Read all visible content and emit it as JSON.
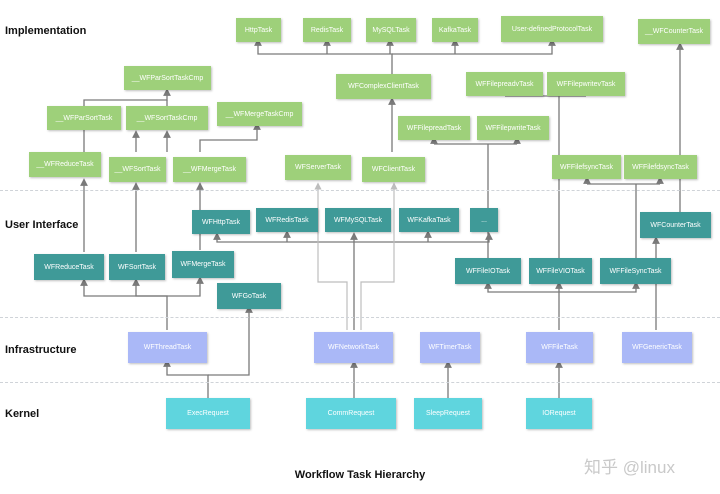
{
  "layers": {
    "implementation": "Implementation",
    "user_interface": "User Interface",
    "infrastructure": "Infrastructure",
    "kernel": "Kernel"
  },
  "nodes": {
    "http_task": "HttpTask",
    "redis_task": "RedisTask",
    "mysql_task": "MySQLTask",
    "kafka_task": "KafkaTask",
    "user_protocol_task": "User-definedProtocolTask",
    "counter_task_impl": "__WFCounterTask",
    "par_sort_task_cmp": "__WFParSortTaskCmp",
    "par_sort_task": "__WFParSortTask",
    "sort_task_cmp": "__WFSortTaskCmp",
    "merge_task_cmp": "__WFMergeTaskCmp",
    "reduce_task_impl": "__WFReduceTask",
    "sort_task_impl": "__WFSortTask",
    "merge_task_impl": "__WFMergeTask",
    "server_task": "WFServerTask",
    "client_task": "WFClientTask",
    "complex_client_task": "WFComplexClientTask",
    "file_preadv_task": "WFFilepreadvTask",
    "file_pwritev_task": "WFFilepwritevTask",
    "file_pread_task": "WFFilepreadTask",
    "file_pwrite_task": "WFFilepwriteTask",
    "file_fsync_task": "WFFilefsyncTask",
    "file_fdsync_task": "WFFilefdsyncTask",
    "wf_http_task": "WFHttpTask",
    "wf_redis_task": "WFRedisTask",
    "wf_mysql_task": "WFMySQLTask",
    "wf_kafka_task": "WFKafkaTask",
    "more": "...",
    "wf_counter_task": "WFCounterTask",
    "wf_reduce_task": "WFReduceTask",
    "wf_sort_task": "WFSortTask",
    "wf_merge_task": "WFMergeTask",
    "wf_go_task": "WFGoTask",
    "wf_file_io_task": "WFFileIOTask",
    "wf_file_vio_task": "WFFileVIOTask",
    "wf_file_sync_task": "WFFileSyncTask",
    "wf_thread_task": "WFThreadTask",
    "wf_network_task": "WFNetworkTask",
    "wf_timer_task": "WFTimerTask",
    "wf_file_task": "WFFileTask",
    "wf_generic_task": "WFGenericTask",
    "exec_request": "ExecRequest",
    "comm_request": "CommRequest",
    "sleep_request": "SleepRequest",
    "io_request": "IORequest"
  },
  "caption": "Workflow Task Hierarchy",
  "watermark": "知乎 @linux",
  "colors": {
    "implementation": "#9ed07a",
    "user_interface": "#3f9a98",
    "infrastructure": "#aab8f7",
    "kernel": "#5fd5de",
    "wire": "#7a7a7a"
  }
}
